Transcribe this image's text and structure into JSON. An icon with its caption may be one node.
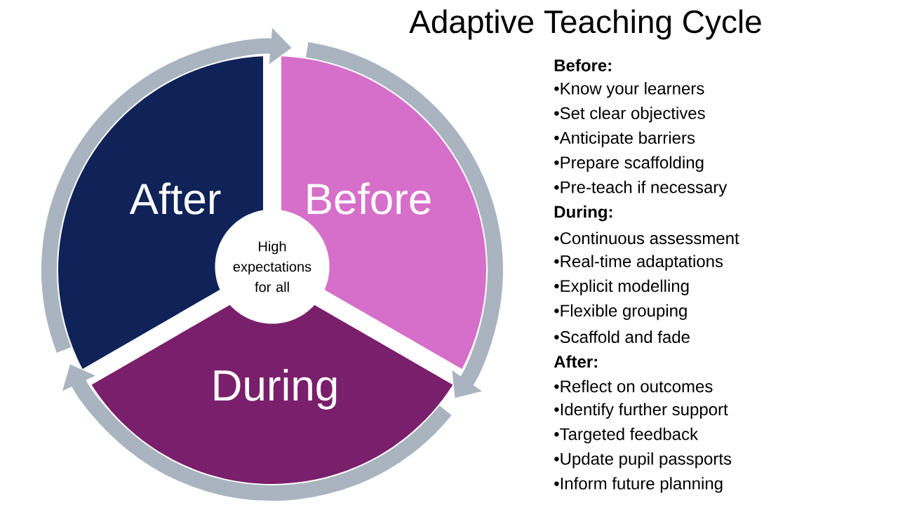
{
  "diagram": {
    "title": "Adaptive Teaching Cycle",
    "nodes": [
      {
        "text": [
          "Before"
        ]
      },
      {
        "text": [
          "During"
        ]
      },
      {
        "text": [
          "After"
        ]
      },
      {
        "text": [
          "High expectations for all"
        ]
      }
    ],
    "edges": [
      {
        "from": 0,
        "to": 1,
        "arrow": "to"
      },
      {
        "from": 1,
        "to": 2,
        "arrow": "to"
      },
      {
        "from": 2,
        "to": 0,
        "arrow": "to"
      }
    ],
    "labels": [
      "Before:",
      "•Know your learners",
      "•Set clear objectives",
      "•Anticipate barriers",
      "•Prepare scaffolding",
      "•Pre-teach if necessary",
      "During:",
      "•Continuous assessment",
      "•Real-time adaptations",
      "•Explicit modelling",
      "•Flexible grouping",
      "•Scaffold and fade",
      "After:",
      "•Reflect on outcomes",
      "•Identify further support",
      "•Targeted feedback",
      "•Update pupil passports",
      "•Inform future planning"
    ]
  }
}
